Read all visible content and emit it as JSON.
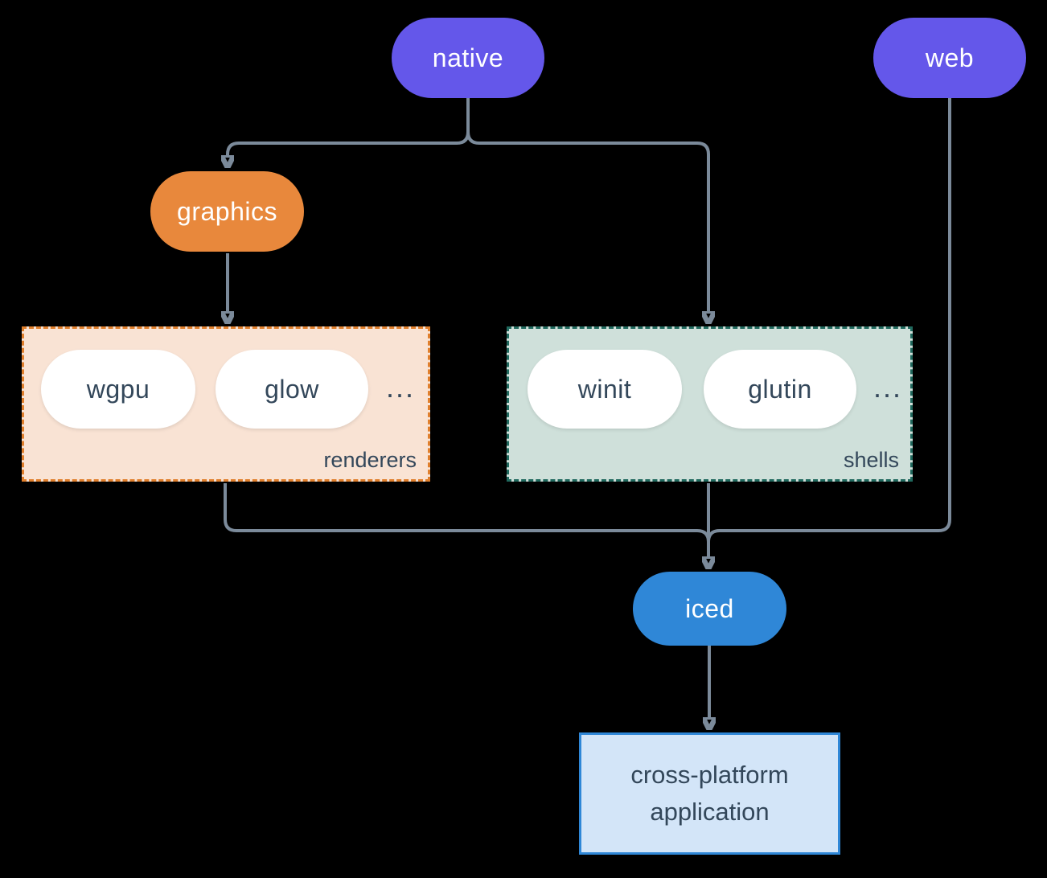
{
  "canvas": {
    "background_color": "#000000",
    "connector_color": "#7b8a9a"
  },
  "nodes": {
    "native": {
      "label": "native",
      "bg_color": "#6457ea",
      "text_color": "#ffffff"
    },
    "web": {
      "label": "web",
      "bg_color": "#6457ea",
      "text_color": "#ffffff"
    },
    "graphics": {
      "label": "graphics",
      "bg_color": "#e8883c",
      "text_color": "#ffffff"
    },
    "iced": {
      "label": "iced",
      "bg_color": "#2f87d7",
      "text_color": "#ffffff"
    },
    "application": {
      "label_line1": "cross-platform",
      "label_line2": "application",
      "bg_color": "#d3e5f8",
      "border_color": "#2f87d7",
      "text_color": "#33475a"
    }
  },
  "groups": {
    "renderers": {
      "label": "renderers",
      "bg_color": "#f9e3d4",
      "border_color": "#e07f2c",
      "items": [
        "wgpu",
        "glow"
      ],
      "more": "..."
    },
    "shells": {
      "label": "shells",
      "bg_color": "#cfe0da",
      "border_color": "#20695e",
      "items": [
        "winit",
        "glutin"
      ],
      "more": "..."
    }
  },
  "edges": [
    {
      "from": "native",
      "to": "graphics"
    },
    {
      "from": "native",
      "to": "shells"
    },
    {
      "from": "graphics",
      "to": "renderers"
    },
    {
      "from": "renderers",
      "to": "iced"
    },
    {
      "from": "shells",
      "to": "iced"
    },
    {
      "from": "web",
      "to": "iced"
    },
    {
      "from": "iced",
      "to": "application"
    }
  ]
}
